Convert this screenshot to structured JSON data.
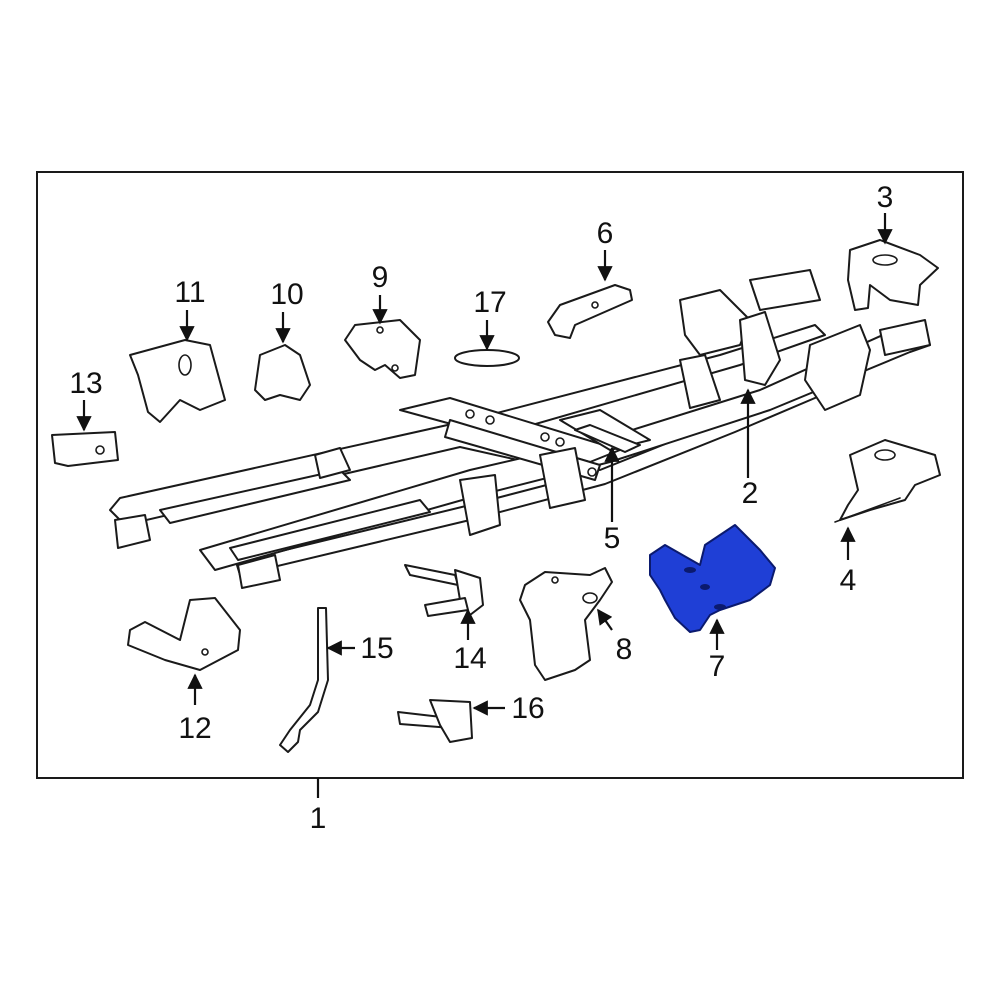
{
  "diagram": {
    "highlight_color": "#1f3fd6",
    "line_color": "#1a1a1a",
    "background": "#ffffff",
    "highlighted_part": "7",
    "callouts": [
      {
        "id": "c1",
        "label": "1"
      },
      {
        "id": "c2",
        "label": "2"
      },
      {
        "id": "c3",
        "label": "3"
      },
      {
        "id": "c4",
        "label": "4"
      },
      {
        "id": "c5",
        "label": "5"
      },
      {
        "id": "c6",
        "label": "6"
      },
      {
        "id": "c7",
        "label": "7"
      },
      {
        "id": "c8",
        "label": "8"
      },
      {
        "id": "c9",
        "label": "9"
      },
      {
        "id": "c10",
        "label": "10"
      },
      {
        "id": "c11",
        "label": "11"
      },
      {
        "id": "c12",
        "label": "12"
      },
      {
        "id": "c13",
        "label": "13"
      },
      {
        "id": "c14",
        "label": "14"
      },
      {
        "id": "c15",
        "label": "15"
      },
      {
        "id": "c16",
        "label": "16"
      },
      {
        "id": "c17",
        "label": "17"
      }
    ]
  }
}
